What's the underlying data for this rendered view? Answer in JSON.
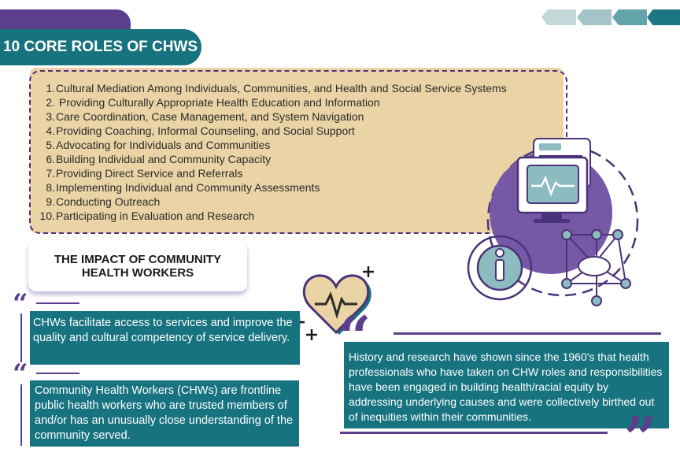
{
  "header": {
    "title": "10 CORE ROLES OF CHWS"
  },
  "colors": {
    "teal": "#17737f",
    "purple": "#5b3f8c",
    "tan": "#ead3a5",
    "chevrons": [
      "#c2d8d9",
      "#a3c5c8",
      "#63a3aa",
      "#1d7683"
    ]
  },
  "roles": [
    {
      "num": "1.",
      "text": "Cultural Mediation Among Individuals, Communities, and Health and Social Service Systems"
    },
    {
      "num": "2.",
      "text": " Providing Culturally Appropriate Health Education and Information"
    },
    {
      "num": "3.",
      "text": "Care Coordination, Case Management, and System Navigation"
    },
    {
      "num": "4.",
      "text": "Providing Coaching, Informal Counseling, and Social Support"
    },
    {
      "num": "5.",
      "text": "Advocating for Individuals and Communities"
    },
    {
      "num": "6.",
      "text": "Building Individual and Community Capacity"
    },
    {
      "num": "7.",
      "text": "Providing Direct Service and Referrals"
    },
    {
      "num": "8.",
      "text": "Implementing Individual and Community Assessments"
    },
    {
      "num": "9.",
      "text": "Conducting Outreach"
    },
    {
      "num": "10.",
      "text": "Participating in Evaluation and Research"
    }
  ],
  "impact": {
    "title": "THE IMPACT OF COMMUNITY HEALTH WORKERS"
  },
  "quotes": {
    "q1": "CHWs facilitate access to services and improve the quality and cultural competency of service delivery.",
    "q2": "Community Health Workers (CHWs) are frontline public health workers who are trusted members of and/or has an unusually close understanding of the community served.",
    "q3": "History and research have shown since the 1960's that health professionals who have taken on CHW roles and responsibilities have been engaged in building health/racial equity by addressing underlying causes and were collectively birthed out of inequities within their communities."
  },
  "icons": [
    "heart-pulse-icon",
    "plus-icon",
    "monitor-health-icon",
    "document-icon",
    "gear-info-icon",
    "cloud-network-icon",
    "quote-open-icon",
    "quote-close-icon"
  ]
}
